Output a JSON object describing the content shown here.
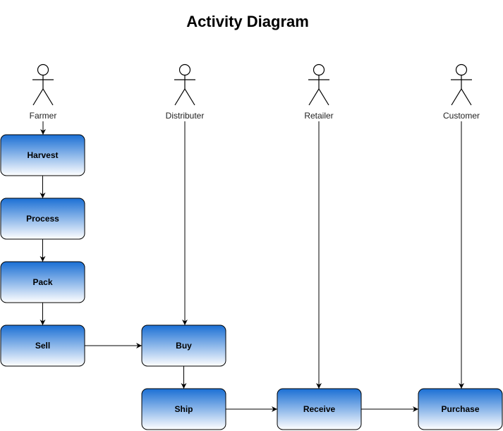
{
  "title": "Activity Diagram",
  "actors": [
    {
      "id": "farmer",
      "label": "Farmer"
    },
    {
      "id": "distributer",
      "label": "Distributer"
    },
    {
      "id": "retailer",
      "label": "Retailer"
    },
    {
      "id": "customer",
      "label": "Customer"
    }
  ],
  "activities": [
    {
      "id": "harvest",
      "label": "Harvest"
    },
    {
      "id": "process",
      "label": "Process"
    },
    {
      "id": "pack",
      "label": "Pack"
    },
    {
      "id": "sell",
      "label": "Sell"
    },
    {
      "id": "buy",
      "label": "Buy"
    },
    {
      "id": "ship",
      "label": "Ship"
    },
    {
      "id": "receive",
      "label": "Receive"
    },
    {
      "id": "purchase",
      "label": "Purchase"
    }
  ],
  "flows": [
    {
      "from": "farmer",
      "to": "harvest"
    },
    {
      "from": "harvest",
      "to": "process"
    },
    {
      "from": "process",
      "to": "pack"
    },
    {
      "from": "pack",
      "to": "sell"
    },
    {
      "from": "sell",
      "to": "buy"
    },
    {
      "from": "distributer",
      "to": "buy"
    },
    {
      "from": "buy",
      "to": "ship"
    },
    {
      "from": "ship",
      "to": "receive"
    },
    {
      "from": "retailer",
      "to": "receive"
    },
    {
      "from": "receive",
      "to": "purchase"
    },
    {
      "from": "customer",
      "to": "purchase"
    }
  ],
  "colors": {
    "box_gradient_top": "#1a6fd4",
    "box_gradient_bottom": "#ffffff",
    "stroke": "#000000"
  }
}
